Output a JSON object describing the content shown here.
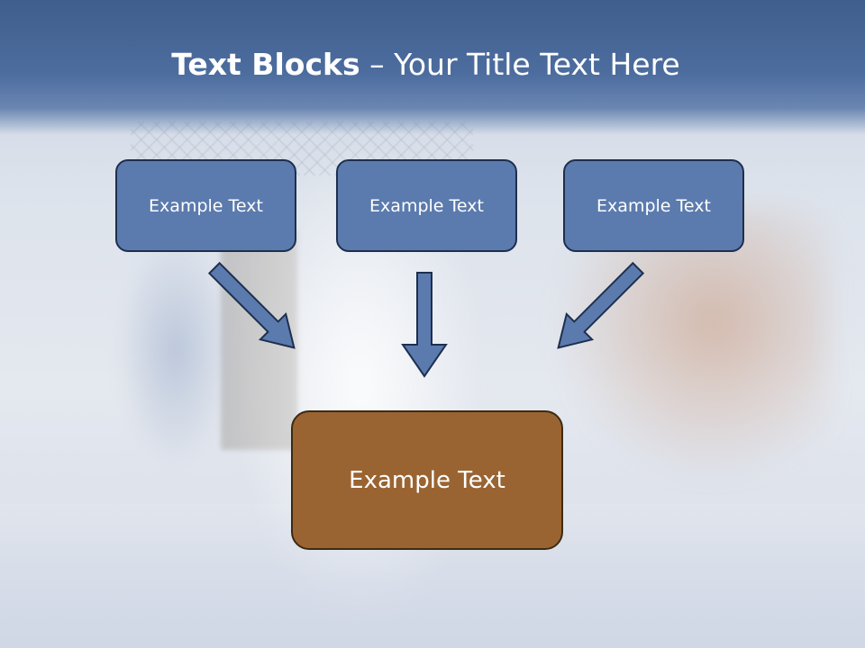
{
  "slide": {
    "title_bold": "Text Blocks",
    "title_separator": " – ",
    "title_rest": "Your Title Text Here"
  },
  "boxes": {
    "top_left": "Example Text",
    "top_center": "Example Text",
    "top_right": "Example Text",
    "bottom_center": "Example Text"
  },
  "colors": {
    "title_band": "#4d6d9f",
    "box_blue": "#5b7bae",
    "box_brown": "#9a6432",
    "arrow_fill": "#5b7bae",
    "outline": "#1e2f4e"
  }
}
